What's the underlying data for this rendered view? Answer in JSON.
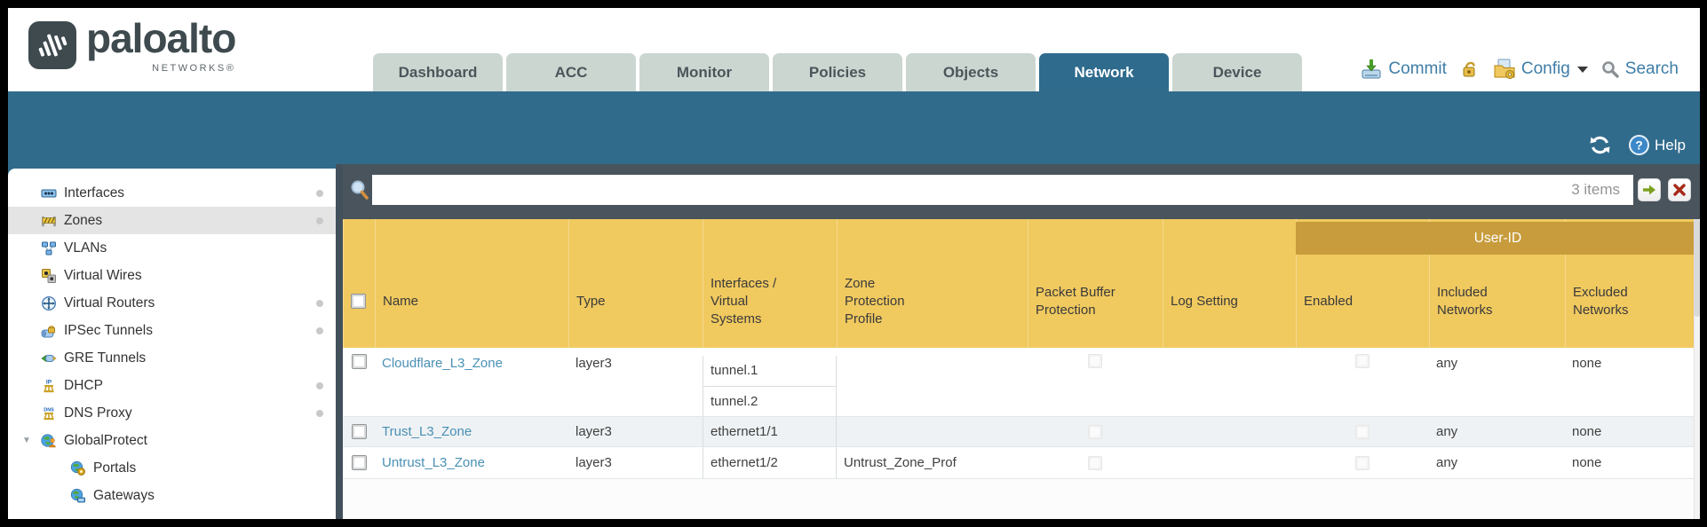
{
  "header": {
    "logo": {
      "brand": "paloalto",
      "sub": "NETWORKS®"
    },
    "tabs": [
      {
        "label": "Dashboard",
        "active": false
      },
      {
        "label": "ACC",
        "active": false
      },
      {
        "label": "Monitor",
        "active": false
      },
      {
        "label": "Policies",
        "active": false
      },
      {
        "label": "Objects",
        "active": false
      },
      {
        "label": "Network",
        "active": true
      },
      {
        "label": "Device",
        "active": false
      }
    ],
    "actions": {
      "commit": "Commit",
      "config": "Config",
      "search": "Search"
    }
  },
  "toolbar": {
    "help_label": "Help"
  },
  "sidebar": {
    "items": [
      {
        "label": "Interfaces",
        "icon": "interfaces-icon",
        "has_dot": true
      },
      {
        "label": "Zones",
        "icon": "zones-icon",
        "has_dot": true,
        "selected": true
      },
      {
        "label": "VLANs",
        "icon": "vlans-icon"
      },
      {
        "label": "Virtual Wires",
        "icon": "virtual-wires-icon"
      },
      {
        "label": "Virtual Routers",
        "icon": "virtual-routers-icon",
        "has_dot": true
      },
      {
        "label": "IPSec Tunnels",
        "icon": "ipsec-tunnels-icon",
        "has_dot": true
      },
      {
        "label": "GRE Tunnels",
        "icon": "gre-tunnels-icon"
      },
      {
        "label": "DHCP",
        "icon": "dhcp-icon",
        "has_dot": true
      },
      {
        "label": "DNS Proxy",
        "icon": "dns-proxy-icon",
        "has_dot": true
      },
      {
        "label": "GlobalProtect",
        "icon": "globalprotect-icon",
        "expanded": true
      },
      {
        "label": "Portals",
        "icon": "portals-icon",
        "child": true
      },
      {
        "label": "Gateways",
        "icon": "gateways-icon",
        "child": true
      }
    ]
  },
  "filter": {
    "value": "",
    "count": "3 items"
  },
  "table": {
    "user_id_group": "User-ID",
    "columns": [
      "Name",
      "Type",
      "Interfaces / Virtual Systems",
      "Zone Protection Profile",
      "Packet Buffer Protection",
      "Log Setting",
      "Enabled",
      "Included Networks",
      "Excluded Networks"
    ],
    "rows": [
      {
        "name": "Cloudflare_L3_Zone",
        "type": "layer3",
        "interfaces": [
          "tunnel.1",
          "tunnel.2"
        ],
        "zone_protection_profile": "",
        "log_setting": "",
        "included_networks": "any",
        "excluded_networks": "none"
      },
      {
        "name": "Trust_L3_Zone",
        "type": "layer3",
        "interfaces": [
          "ethernet1/1"
        ],
        "zone_protection_profile": "",
        "log_setting": "",
        "included_networks": "any",
        "excluded_networks": "none"
      },
      {
        "name": "Untrust_L3_Zone",
        "type": "layer3",
        "interfaces": [
          "ethernet1/2"
        ],
        "zone_protection_profile": "Untrust_Zone_Prof",
        "log_setting": "",
        "included_networks": "any",
        "excluded_networks": "none"
      }
    ]
  },
  "colors": {
    "band_blue": "#316b8c",
    "active_tab": "#2e6b8d",
    "tab_inactive": "#ccd6d1",
    "header_gold": "#f0c95f",
    "user_id_band": "#c89c3c",
    "filter_strip": "#49545d",
    "link_blue": "#4990b5",
    "alt_row": "#eff2f4",
    "action_blue": "#3e7da8"
  }
}
